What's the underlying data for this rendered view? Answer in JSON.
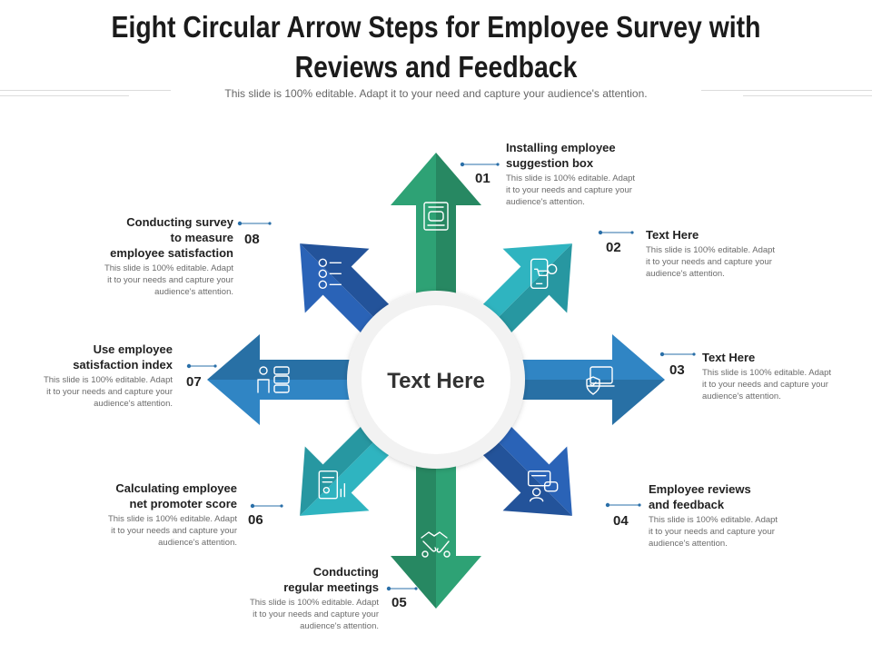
{
  "title": "Eight Circular Arrow Steps for Employee Survey with Reviews and Feedback",
  "subtitle": "This slide is 100% editable. Adapt it to your need and capture your audience's attention.",
  "center_text": "Text Here",
  "colors": {
    "green": "#2ea275",
    "teal": "#2fb4c0",
    "mid_blue": "#3085c4",
    "dark_blue": "#2a63b7"
  },
  "steps": [
    {
      "number": "01",
      "title_lines": [
        "Installing employee",
        "suggestion box"
      ],
      "desc_lines": [
        "This slide is 100% editable. Adapt",
        "it to your needs and capture your",
        "audience's attention."
      ],
      "icon": "suggestion-box-icon",
      "color": "#2ea275"
    },
    {
      "number": "02",
      "title_lines": [
        "Text Here"
      ],
      "desc_lines": [
        "This slide is 100% editable. Adapt",
        "it to your needs and capture your",
        "audience's attention."
      ],
      "icon": "mobile-shopping-icon",
      "color": "#2fb4c0"
    },
    {
      "number": "03",
      "title_lines": [
        "Text Here"
      ],
      "desc_lines": [
        "This slide is 100% editable. Adapt",
        "it to your needs and capture your",
        "audience's attention."
      ],
      "icon": "security-laptop-icon",
      "color": "#3085c4"
    },
    {
      "number": "04",
      "title_lines": [
        "Employee reviews",
        "and feedback"
      ],
      "desc_lines": [
        "This slide is 100% editable. Adapt",
        "it to your needs and capture your",
        "audience's attention."
      ],
      "icon": "feedback-chat-icon",
      "color": "#2a63b7"
    },
    {
      "number": "05",
      "title_lines": [
        "Conducting",
        "regular meetings"
      ],
      "desc_lines": [
        "This slide is 100% editable. Adapt",
        "it to your needs and capture your",
        "audience's attention."
      ],
      "icon": "handshake-icon",
      "color": "#2ea275"
    },
    {
      "number": "06",
      "title_lines": [
        "Calculating employee",
        "net promoter score"
      ],
      "desc_lines": [
        "This slide is 100% editable. Adapt",
        "it to your needs and capture your",
        "audience's attention."
      ],
      "icon": "score-report-icon",
      "color": "#2fb4c0"
    },
    {
      "number": "07",
      "title_lines": [
        "Use employee",
        "satisfaction index"
      ],
      "desc_lines": [
        "This slide is 100% editable. Adapt",
        "it to your needs and capture your",
        "audience's attention."
      ],
      "icon": "user-database-icon",
      "color": "#3085c4"
    },
    {
      "number": "08",
      "title_lines": [
        "Conducting survey",
        "to measure",
        "employee satisfaction"
      ],
      "desc_lines": [
        "This slide is 100% editable. Adapt",
        "it to your needs and capture your",
        "audience's attention."
      ],
      "icon": "survey-checklist-icon",
      "color": "#2a63b7"
    }
  ]
}
